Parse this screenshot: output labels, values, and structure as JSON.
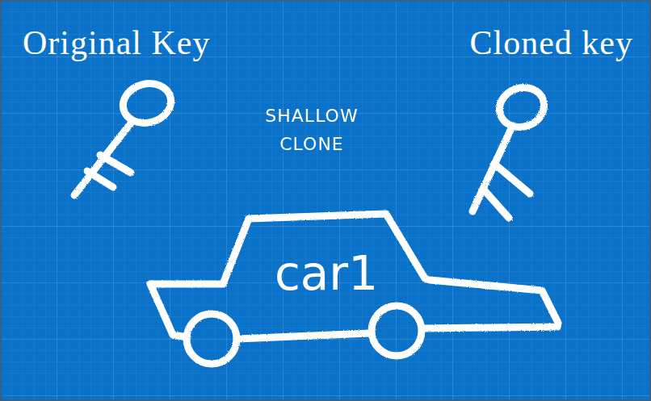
{
  "diagram": {
    "nodes": [
      {
        "text": [
          "car1"
        ]
      }
    ],
    "labels": [
      "Original Key",
      "SHALLOW CLONE",
      "Cloned key"
    ]
  }
}
